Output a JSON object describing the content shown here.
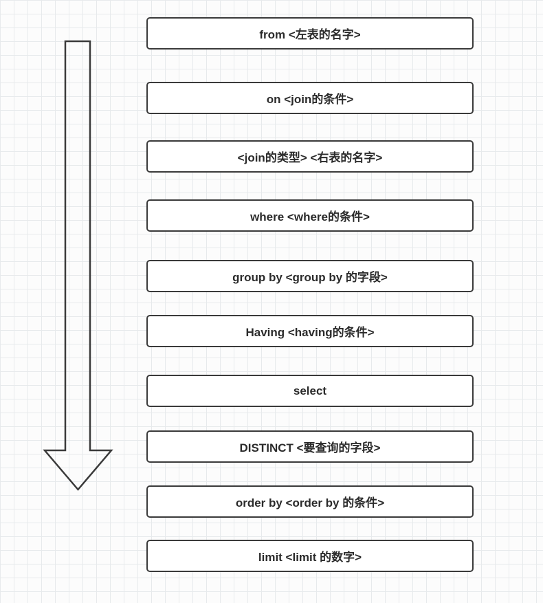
{
  "diagram": {
    "title": "sql-clause-execution-order",
    "arrow": {
      "direction": "down",
      "name": "execution-order-arrow"
    },
    "colors": {
      "box_border": "#3a3a3a",
      "box_background": "#ffffff",
      "text": "#2b2b2b",
      "grid_line": "#e7eaec",
      "background": "#fcfcfc"
    },
    "boxes": [
      {
        "label": "from  <左表的名字>"
      },
      {
        "label": "on <join的条件>"
      },
      {
        "label": "<join的类型> <右表的名字>"
      },
      {
        "label": "where <where的条件>"
      },
      {
        "label": "group by <group by 的字段>"
      },
      {
        "label": "Having <having的条件>"
      },
      {
        "label": "select"
      },
      {
        "label": "DISTINCT <要查询的字段>"
      },
      {
        "label": "order by <order by 的条件>"
      },
      {
        "label": "limit <limit 的数字>"
      }
    ]
  }
}
